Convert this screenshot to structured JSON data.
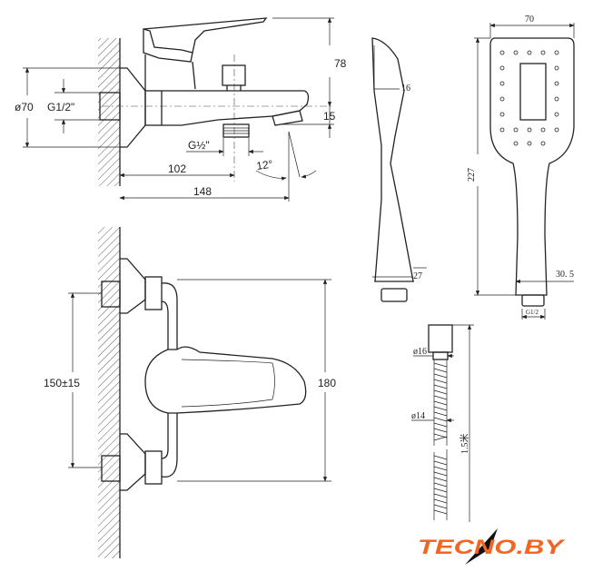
{
  "mixer_side_view": {
    "height_label": "78",
    "flange_diameter_label": "ø70",
    "inlet_thread_label": "G1/2\"",
    "spout_offset_label": "15",
    "outlet_thread_label": "G½\"",
    "angle_label": "12°",
    "outlet_distance_label": "102",
    "spout_length_label": "148"
  },
  "mixer_front_view": {
    "center_distance_label": "150±15",
    "height_label": "180"
  },
  "hand_shower": {
    "head_depth_label": "16",
    "width_label": "70",
    "length_label": "227",
    "handle_side_label": "27",
    "handle_front_label": "30. 5",
    "connector_label": "G1/2"
  },
  "hose": {
    "nut_diameter_label": "ø16",
    "hose_diameter_label": "ø14",
    "length_label": "1.5米"
  },
  "logo": {
    "text": "TECNO.BY",
    "color": "#f26522"
  }
}
